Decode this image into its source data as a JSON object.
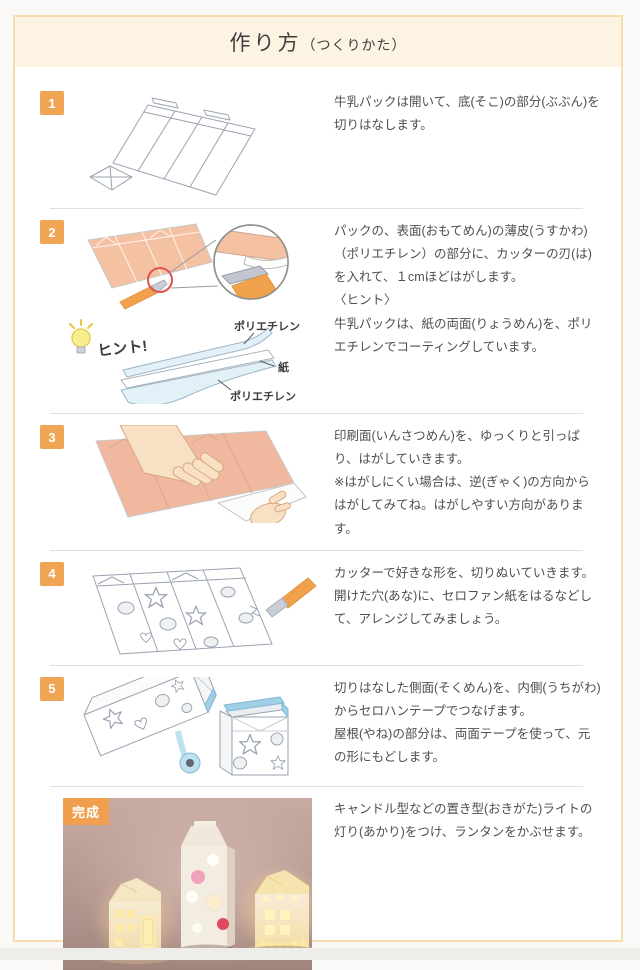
{
  "header": {
    "title": "作り方",
    "reading": "（つくりかた）"
  },
  "steps": [
    {
      "badge": "1",
      "paragraphs": [
        "牛乳パックは開いて、底(そこ)の部分(ぶぶん)を切りはなします。"
      ]
    },
    {
      "badge": "2",
      "paragraphs": [
        "パックの、表面(おもてめん)の薄皮(うすかわ)（ポリエチレン）の部分に、カッターの刃(は)を入れて、１cmほどはがします。",
        "〈ヒント〉",
        "牛乳パックは、紙の両面(りょうめん)を、ポリエチレンでコーティングしています。"
      ],
      "labels": {
        "hint": "ヒント!",
        "layer_top": "ポリエチレン",
        "layer_middle": "紙",
        "layer_bottom": "ポリエチレン"
      }
    },
    {
      "badge": "3",
      "paragraphs": [
        "印刷面(いんさつめん)を、ゆっくりと引っぱり、はがしていきます。",
        "※はがしにくい場合は、逆(ぎゃく)の方向からはがしてみてね。はがしやすい方向があります。"
      ]
    },
    {
      "badge": "4",
      "paragraphs": [
        "カッターで好きな形を、切りぬいていきます。開けた穴(あな)に、セロファン紙をはるなどして、アレンジしてみましょう。"
      ]
    },
    {
      "badge": "5",
      "paragraphs": [
        "切りはなした側面(そくめん)を、内側(うちがわ)からセロハンテープでつなげます。",
        "屋根(やね)の部分は、両面テープを使って、元の形にもどします。"
      ]
    }
  ],
  "final": {
    "badge": "完成",
    "paragraphs": [
      "キャンドル型などの置き型(おきがた)ライトの灯り(あかり)をつけ、ランタンをかぶせます。"
    ]
  },
  "colors": {
    "accent_orange": "#EFA553",
    "header_bg": "#FCF3E2",
    "card_border": "#F6DCAE",
    "separator": "#E0DFDD",
    "body_text": "#4E4E4E",
    "carton_peach": "#F2BDA1",
    "cutter_orange": "#F0A14C",
    "tape_blue": "#9FD0E6",
    "highlight_red": "#E05252",
    "photo_bg": "#B3968D",
    "lantern_glow": "#FFE9A6"
  }
}
